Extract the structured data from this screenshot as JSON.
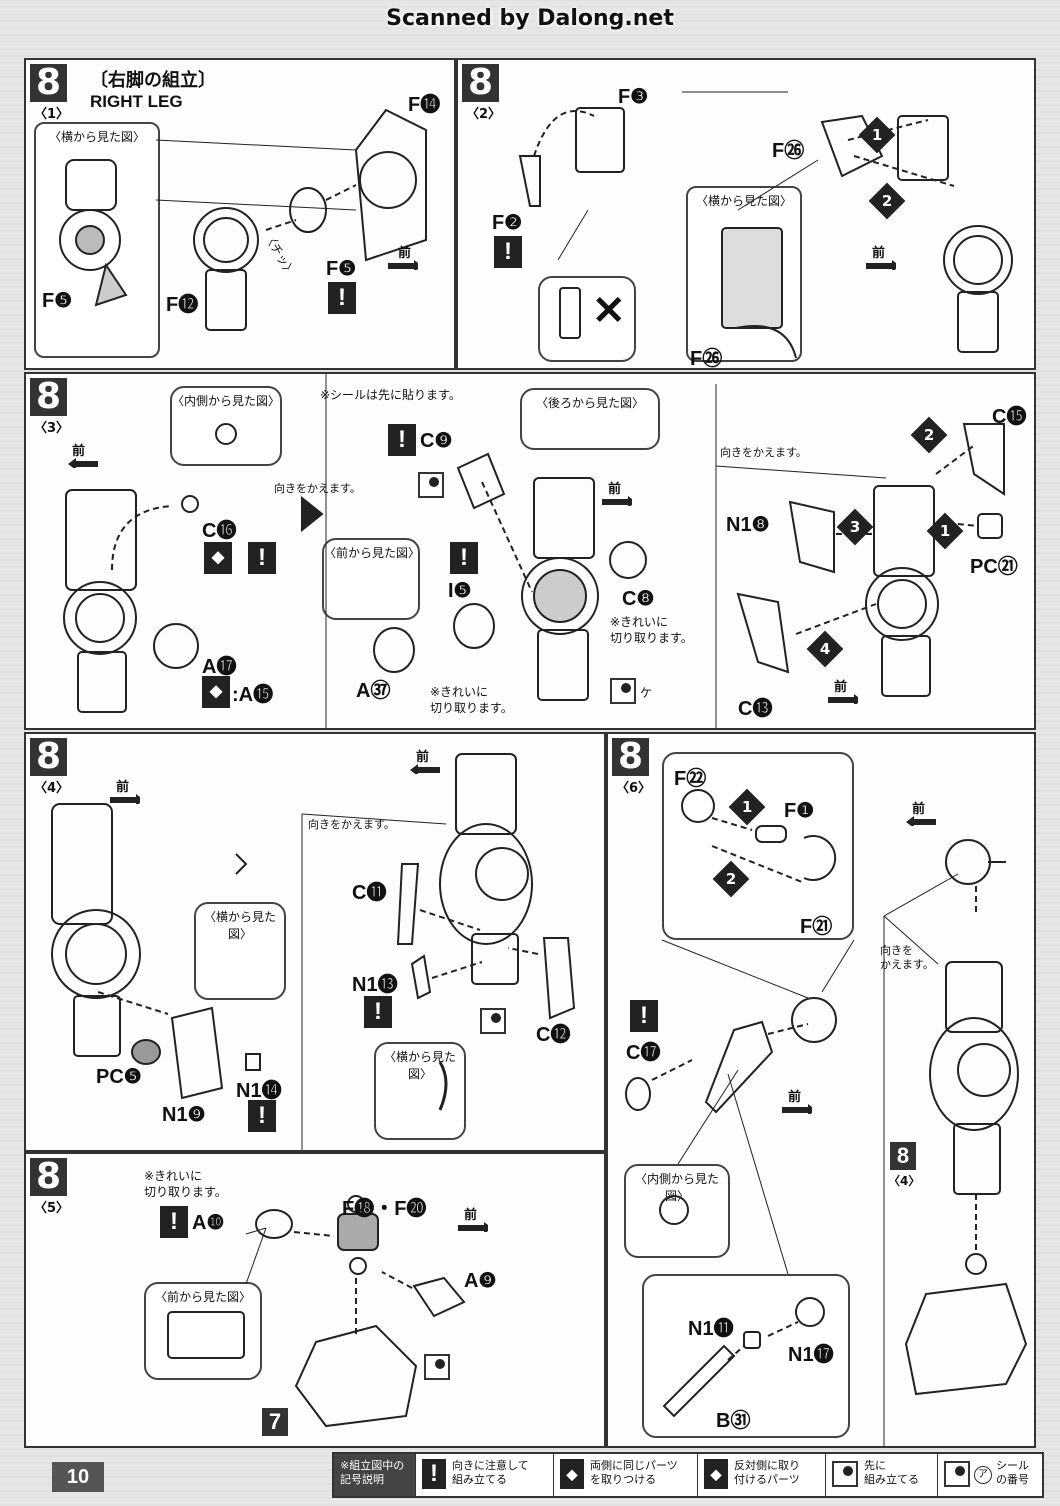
{
  "header": {
    "scan_credit": "Scanned by Dalong.net"
  },
  "page_number": "10",
  "step_8_1": {
    "step": "8",
    "sub": "〈1〉",
    "title_jp": "〔右脚の組立〕",
    "title_en": "RIGHT LEG",
    "view_side": "〈横から見た図〉",
    "parts": {
      "f14": "F⓮",
      "f12": "F⓬",
      "f5a": "F❺",
      "f5b": "F❺"
    },
    "sound": "〈チッ〉",
    "front": "前"
  },
  "step_8_2": {
    "step": "8",
    "sub": "〈2〉",
    "view_side": "〈横から見た図〉",
    "parts": {
      "f3": "F❸",
      "f2": "F❷",
      "f26a": "F㉖",
      "f26b": "F㉖"
    },
    "front": "前",
    "n1": "1",
    "n2": "2"
  },
  "step_8_3": {
    "step": "8",
    "sub": "〈3〉",
    "view_inner": "〈内側から見た図〉",
    "view_back": "〈後ろから見た図〉",
    "view_front": "〈前から見た図〉",
    "note_sticker": "※シールは先に貼ります。",
    "note_turn1": "向きをかえます。",
    "note_turn2": "向きをかえます。",
    "note_cut1": "※きれいに\n切り取ります。",
    "note_cut2": "※きれいに\n切り取ります。",
    "parts": {
      "c16": "C⓰",
      "a17": "A⓱",
      "a15": ":A⓯",
      "c9": "C❾",
      "i5": "I❺",
      "a37": "A㊲",
      "c8": "C❽",
      "c15": "C⓯",
      "n18": "N1❽",
      "pc21": "PC㉑",
      "c13": "C⓭"
    },
    "sticker_label": "ケ",
    "front": "前",
    "n1": "1",
    "n2": "2",
    "n3": "3",
    "n4": "4"
  },
  "step_8_4": {
    "step": "8",
    "sub": "〈4〉",
    "view_side1": "〈横から見た図〉",
    "view_side2": "〈横から見た図〉",
    "note_turn": "向きをかえます。",
    "parts": {
      "pc5": "PC❺",
      "n19": "N1❾",
      "n114": "N1⓮",
      "c11": "C⓫",
      "n113": "N1⓭",
      "c12": "C⓬"
    },
    "front": "前"
  },
  "step_8_5": {
    "step": "8",
    "sub": "〈5〉",
    "note_cut": "※きれいに\n切り取ります。",
    "view_front": "〈前から見た図〉",
    "parts": {
      "a10": "A❿",
      "f18f20": "F⓲・F⓴",
      "a9": "A❾"
    },
    "ref_step": "7",
    "front": "前"
  },
  "step_8_6": {
    "step": "8",
    "sub": "〈6〉",
    "view_inner": "〈内側から見た図〉",
    "note_turn": "向きを\nかえます。",
    "parts": {
      "f22": "F㉒",
      "f1": "F❶",
      "f21": "F㉑",
      "c17": "C⓱",
      "n111": "N1⓫",
      "n117": "N1⓱",
      "b31": "B㉛"
    },
    "ref_step": "8",
    "ref_sub": "〈4〉",
    "front": "前",
    "n1": "1",
    "n2": "2"
  },
  "legend": {
    "title": "※組立図中の\n記号説明",
    "items": [
      {
        "text": "向きに注意して\n組み立てる"
      },
      {
        "text": "両側に同じパーツ\nを取りつける"
      },
      {
        "text": "反対側に取り\n付けるパーツ"
      },
      {
        "text": "先に\n組み立てる"
      },
      {
        "text": "シール\nの番号"
      }
    ],
    "sticker_symbol": "ア"
  },
  "colors": {
    "ink": "#222222",
    "panel": "#fdfdfd",
    "background": "#e6e6e6"
  }
}
